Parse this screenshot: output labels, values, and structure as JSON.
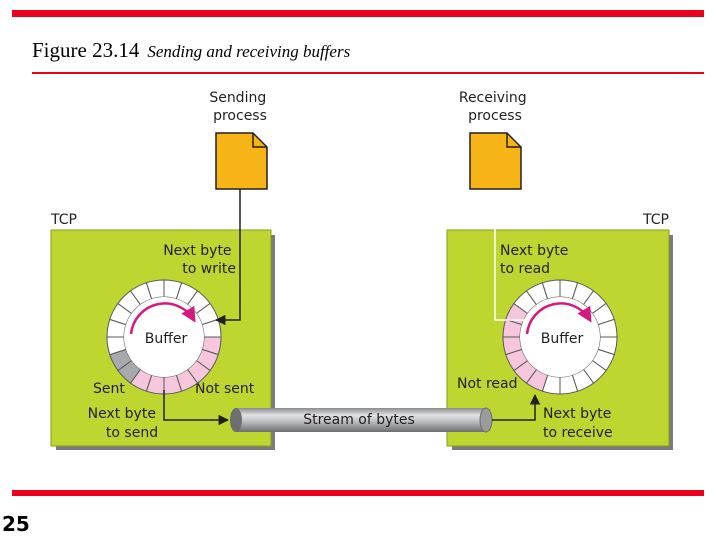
{
  "slide": {
    "figure_number": "Figure 23.14",
    "figure_caption": "Sending and receiving buffers",
    "page_number": "25",
    "accent_color": "#e8001c"
  },
  "diagram": {
    "box_color": "#bed62f",
    "sender": {
      "process_label": [
        "Sending",
        "process"
      ],
      "tcp_label": "TCP",
      "next_write_label": [
        "Next byte",
        "to write"
      ],
      "buffer_label": "Buffer",
      "sent_label": "Sent",
      "not_sent_label": "Not sent",
      "next_send_label": [
        "Next byte",
        "to send"
      ]
    },
    "receiver": {
      "process_label": [
        "Receiving",
        "process"
      ],
      "tcp_label": "TCP",
      "next_read_label": [
        "Next byte",
        "to read"
      ],
      "buffer_label": "Buffer",
      "not_read_label": "Not read",
      "next_receive_label": [
        "Next byte",
        "to receive"
      ]
    },
    "stream_label": "Stream of bytes"
  }
}
